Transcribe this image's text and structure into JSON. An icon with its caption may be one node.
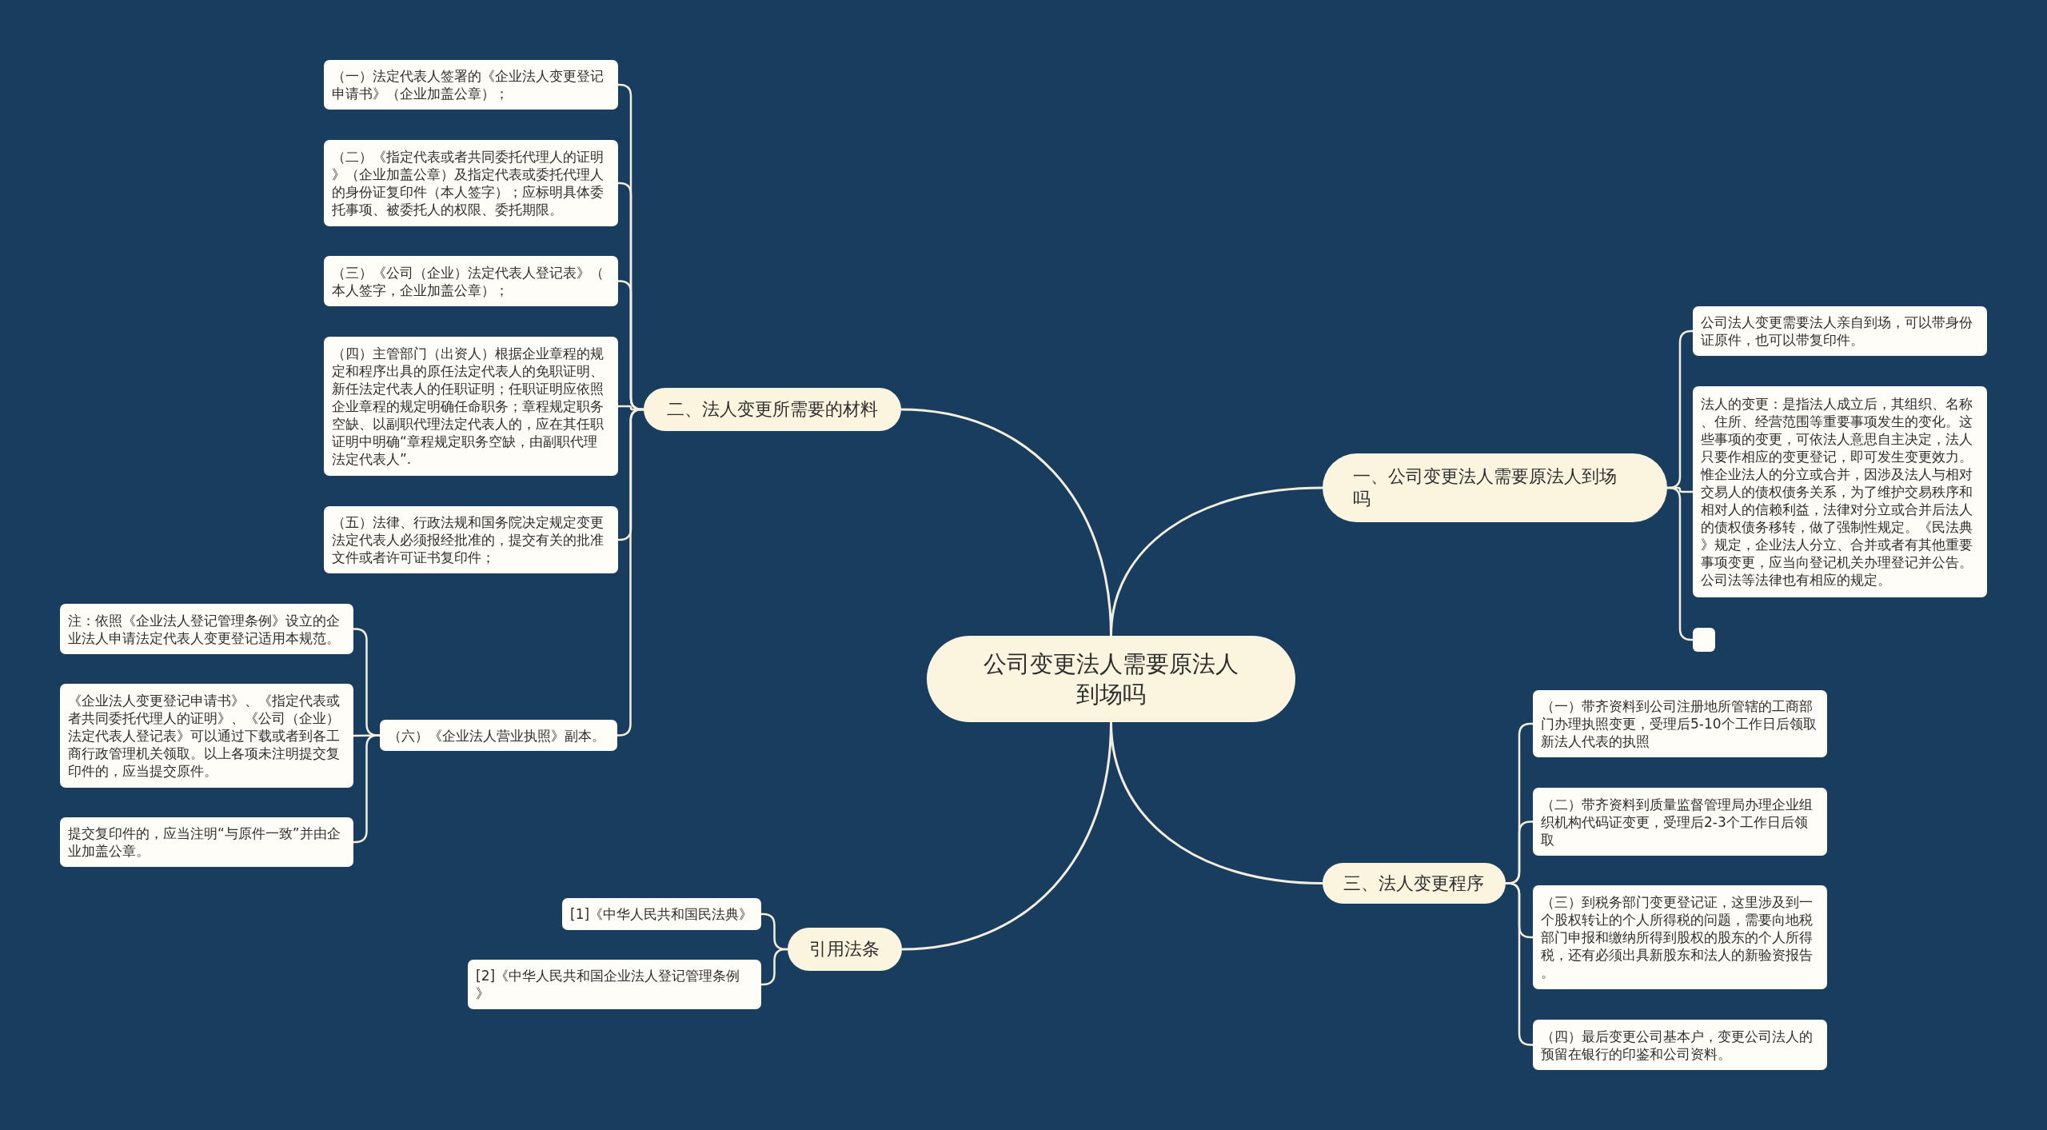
{
  "diagram": {
    "nodes": [
      {
        "text": [
          "公司变更法人需要原法人到场吗"
        ]
      },
      {
        "text": [
          "一、公司变更法人需要原法人到场吗"
        ]
      },
      {
        "text": [
          "公司法人变更需要法人亲自到场，可以带身份证原件，也可以带复印件。"
        ]
      },
      {
        "text": [
          "法人的变更：是指法人成立后，其组织、名称、住所、经营范围等重要事项发生的变化。这些事项的变更，可依法人意思自主决定，法人只要作相应的变更登记，即可发生变更效力。惟企业法人的分立或合并，因涉及法人与相对交易人的债权债务关系，为了维护交易秩序和相对人的信赖利益，法律对分立或合并后法人的债权债务移转，做了强制性规定。《民法典》规定，企业法人分立、合并或者有其他重要事项变更，应当向登记机关办理登记并公告。公司法等法律也有相应的规定。"
        ]
      },
      {
        "text": [],
        "shape": "box"
      },
      {
        "text": [
          "二、法人变更所需要的材料"
        ]
      },
      {
        "text": [
          "（一）法定代表人签署的《企业法人变更登记申请书》（企业加盖公章）；"
        ]
      },
      {
        "text": [
          "（二）《指定代表或者共同委托代理人的证明》（企业加盖公章）及指定代表或委托代理人的身份证复印件（本人签字）；应标明具体委托事项、被委托人的权限、委托期限。"
        ]
      },
      {
        "text": [
          "（三）《公司（企业）法定代表人登记表》（本人签字，企业加盖公章）；"
        ]
      },
      {
        "text": [
          "（四）主管部门（出资人）根据企业章程的规定和程序出具的原任法定代表人的免职证明、新任法定代表人的任职证明；任职证明应依照企业章程的规定明确任命职务；章程规定职务空缺、以副职代理法定代表人的，应在其任职证明中明确“章程规定职务空缺，由副职代理法定代表人”."
        ]
      },
      {
        "text": [
          "（五）法律、行政法规和国务院决定规定变更法定代表人必须报经批准的，提交有关的批准文件或者许可证书复印件；"
        ]
      },
      {
        "text": [
          "（六）《企业法人营业执照》副本。"
        ]
      },
      {
        "text": [
          "注：依照《企业法人登记管理条例》设立的企业法人申请法定代表人变更登记适用本规范。"
        ]
      },
      {
        "text": [
          "《企业法人变更登记申请书》、《指定代表或者共同委托代理人的证明》、《公司（企业）法定代表人登记表》可以通过下载或者到各工商行政管理机关领取。以上各项未注明提交复印件的，应当提交原件。"
        ]
      },
      {
        "text": [
          "提交复印件的，应当注明“与原件一致”并由企业加盖公章。"
        ]
      },
      {
        "text": [
          "三、法人变更程序"
        ]
      },
      {
        "text": [
          "（一）带齐资料到公司注册地所管辖的工商部门办理执照变更，受理后5-10个工作日后领取新法人代表的执照"
        ]
      },
      {
        "text": [
          "（二）带齐资料到质量监督管理局办理企业组织机构代码证变更，受理后2-3个工作日后领取"
        ]
      },
      {
        "text": [
          "（三）到税务部门变更登记证，这里涉及到一个股权转让的个人所得税的问题，需要向地税部门申报和缴纳所得到股权的股东的个人所得税，还有必须出具新股东和法人的新验资报告。"
        ]
      },
      {
        "text": [
          "（四）最后变更公司基本户，变更公司法人的预留在银行的印鉴和公司资料。"
        ]
      },
      {
        "text": [
          "引用法条"
        ]
      },
      {
        "text": [
          "[1]《中华人民共和国民法典》"
        ]
      },
      {
        "text": [
          "[2]《中华人民共和国企业法人登记管理条例》"
        ]
      }
    ],
    "edges": [
      {
        "from": 0,
        "to": 1,
        "arrow": "none"
      },
      {
        "from": 1,
        "to": 2,
        "arrow": "none"
      },
      {
        "from": 1,
        "to": 3,
        "arrow": "none"
      },
      {
        "from": 1,
        "to": 4,
        "arrow": "none"
      },
      {
        "from": 0,
        "to": 5,
        "arrow": "none"
      },
      {
        "from": 5,
        "to": 6,
        "arrow": "none"
      },
      {
        "from": 5,
        "to": 7,
        "arrow": "none"
      },
      {
        "from": 5,
        "to": 8,
        "arrow": "none"
      },
      {
        "from": 5,
        "to": 9,
        "arrow": "none"
      },
      {
        "from": 5,
        "to": 10,
        "arrow": "none"
      },
      {
        "from": 5,
        "to": 11,
        "arrow": "none"
      },
      {
        "from": 11,
        "to": 12,
        "arrow": "none"
      },
      {
        "from": 11,
        "to": 13,
        "arrow": "none"
      },
      {
        "from": 11,
        "to": 14,
        "arrow": "none"
      },
      {
        "from": 0,
        "to": 15,
        "arrow": "none"
      },
      {
        "from": 15,
        "to": 16,
        "arrow": "none"
      },
      {
        "from": 15,
        "to": 17,
        "arrow": "none"
      },
      {
        "from": 15,
        "to": 18,
        "arrow": "none"
      },
      {
        "from": 15,
        "to": 19,
        "arrow": "none"
      },
      {
        "from": 0,
        "to": 20,
        "arrow": "none"
      },
      {
        "from": 20,
        "to": 21,
        "arrow": "none"
      },
      {
        "from": 20,
        "to": 22,
        "arrow": "none"
      }
    ]
  }
}
